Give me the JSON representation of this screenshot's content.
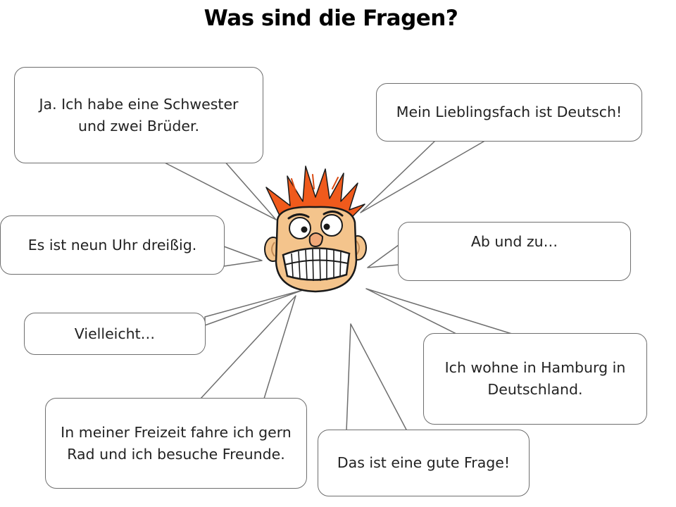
{
  "title": "Was sind die Fragen?",
  "bubbles": [
    {
      "id": "geschwister",
      "text": "Ja. Ich habe eine Schwester und zwei Brüder."
    },
    {
      "id": "lieblingsfach",
      "text": "Mein Lieblingsfach ist Deutsch!"
    },
    {
      "id": "uhrzeit",
      "text": "Es ist neun Uhr dreißig."
    },
    {
      "id": "ab-und-zu",
      "text": "Ab und zu…"
    },
    {
      "id": "vielleicht",
      "text": "Vielleicht…"
    },
    {
      "id": "wohnort",
      "text": "Ich wohne in Hamburg in Deutschland."
    },
    {
      "id": "freizeit",
      "text": "In meiner Freizeit fahre ich gern Rad und ich besuche Freunde."
    },
    {
      "id": "gute-frage",
      "text": "Das ist eine gute Frage!"
    }
  ],
  "colors": {
    "hair": "#f05a1c",
    "skin": "#f4c48c",
    "outline": "#1a1a1a",
    "bubble_border": "#6e6e6e"
  },
  "icons": {
    "character": "grimacing-cartoon-face-icon"
  }
}
